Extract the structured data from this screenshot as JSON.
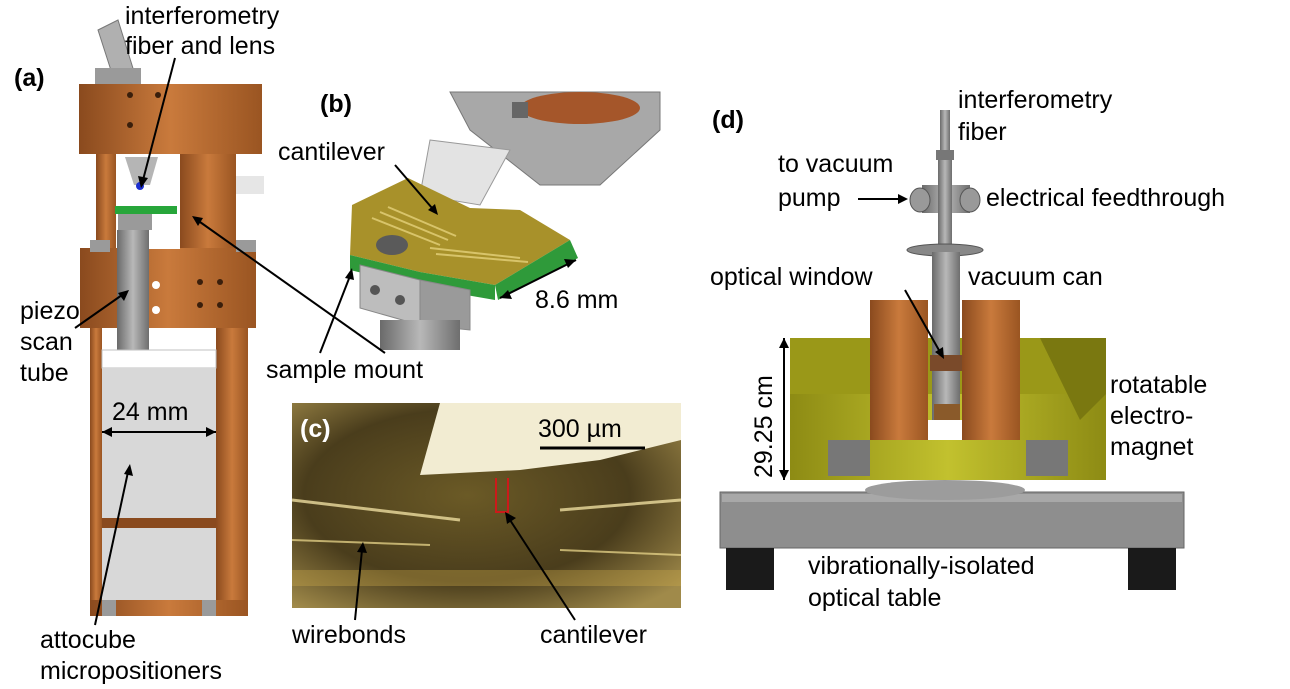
{
  "panels": {
    "a": "(a)",
    "b": "(b)",
    "c": "(c)",
    "d": "(d)"
  },
  "panel_a": {
    "fiber_label_line1": "interferometry",
    "fiber_label_line2": "fiber and lens",
    "piezo_line1": "piezo",
    "piezo_line2": "scan",
    "piezo_line3": "tube",
    "dimension": "24 mm",
    "attocube_line1": "attocube",
    "attocube_line2": "micropositioners"
  },
  "panel_b": {
    "cantilever": "cantilever",
    "dimension": "8.6 mm",
    "sample_mount": "sample mount"
  },
  "panel_c": {
    "scale_bar": "300 µm",
    "wirebonds": "wirebonds",
    "cantilever": "cantilever"
  },
  "panel_d": {
    "fiber_line1": "interferometry",
    "fiber_line2": "fiber",
    "pump_line1": "to vacuum",
    "pump_line2": "pump",
    "feedthrough": "electrical feedthrough",
    "optical_window": "optical window",
    "vacuum_can": "vacuum can",
    "height": "29.25 cm",
    "magnet_line1": "rotatable",
    "magnet_line2": "electro-",
    "magnet_line3": "magnet",
    "table_line1": "vibrationally-isolated",
    "table_line2": "optical table"
  },
  "colors": {
    "copper": "#b5652e",
    "copper_dark": "#8a4a1e",
    "pcb_green": "#2f9a3a",
    "pcb_gold": "#a8912a",
    "magnet_yellow": "#b5b424",
    "steel": "#8e8e8e",
    "photo_bg": "#4a3d1c"
  }
}
